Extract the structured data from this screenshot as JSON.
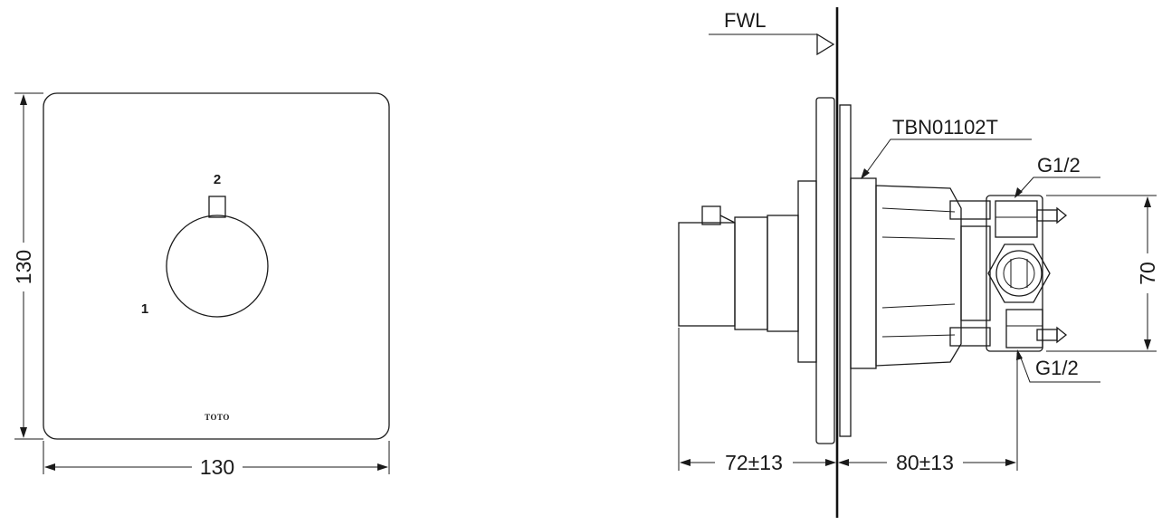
{
  "front_view": {
    "width_label": "130",
    "height_label": "130",
    "position_1": "1",
    "position_2": "2",
    "logo": "TOTO"
  },
  "side_view": {
    "wall_label": "FWL",
    "part_label": "TBN01102T",
    "inlet_top": "G1/2",
    "inlet_bottom": "G1/2",
    "spacing_label": "70",
    "depth_front": "72±13",
    "depth_back": "80±13"
  }
}
